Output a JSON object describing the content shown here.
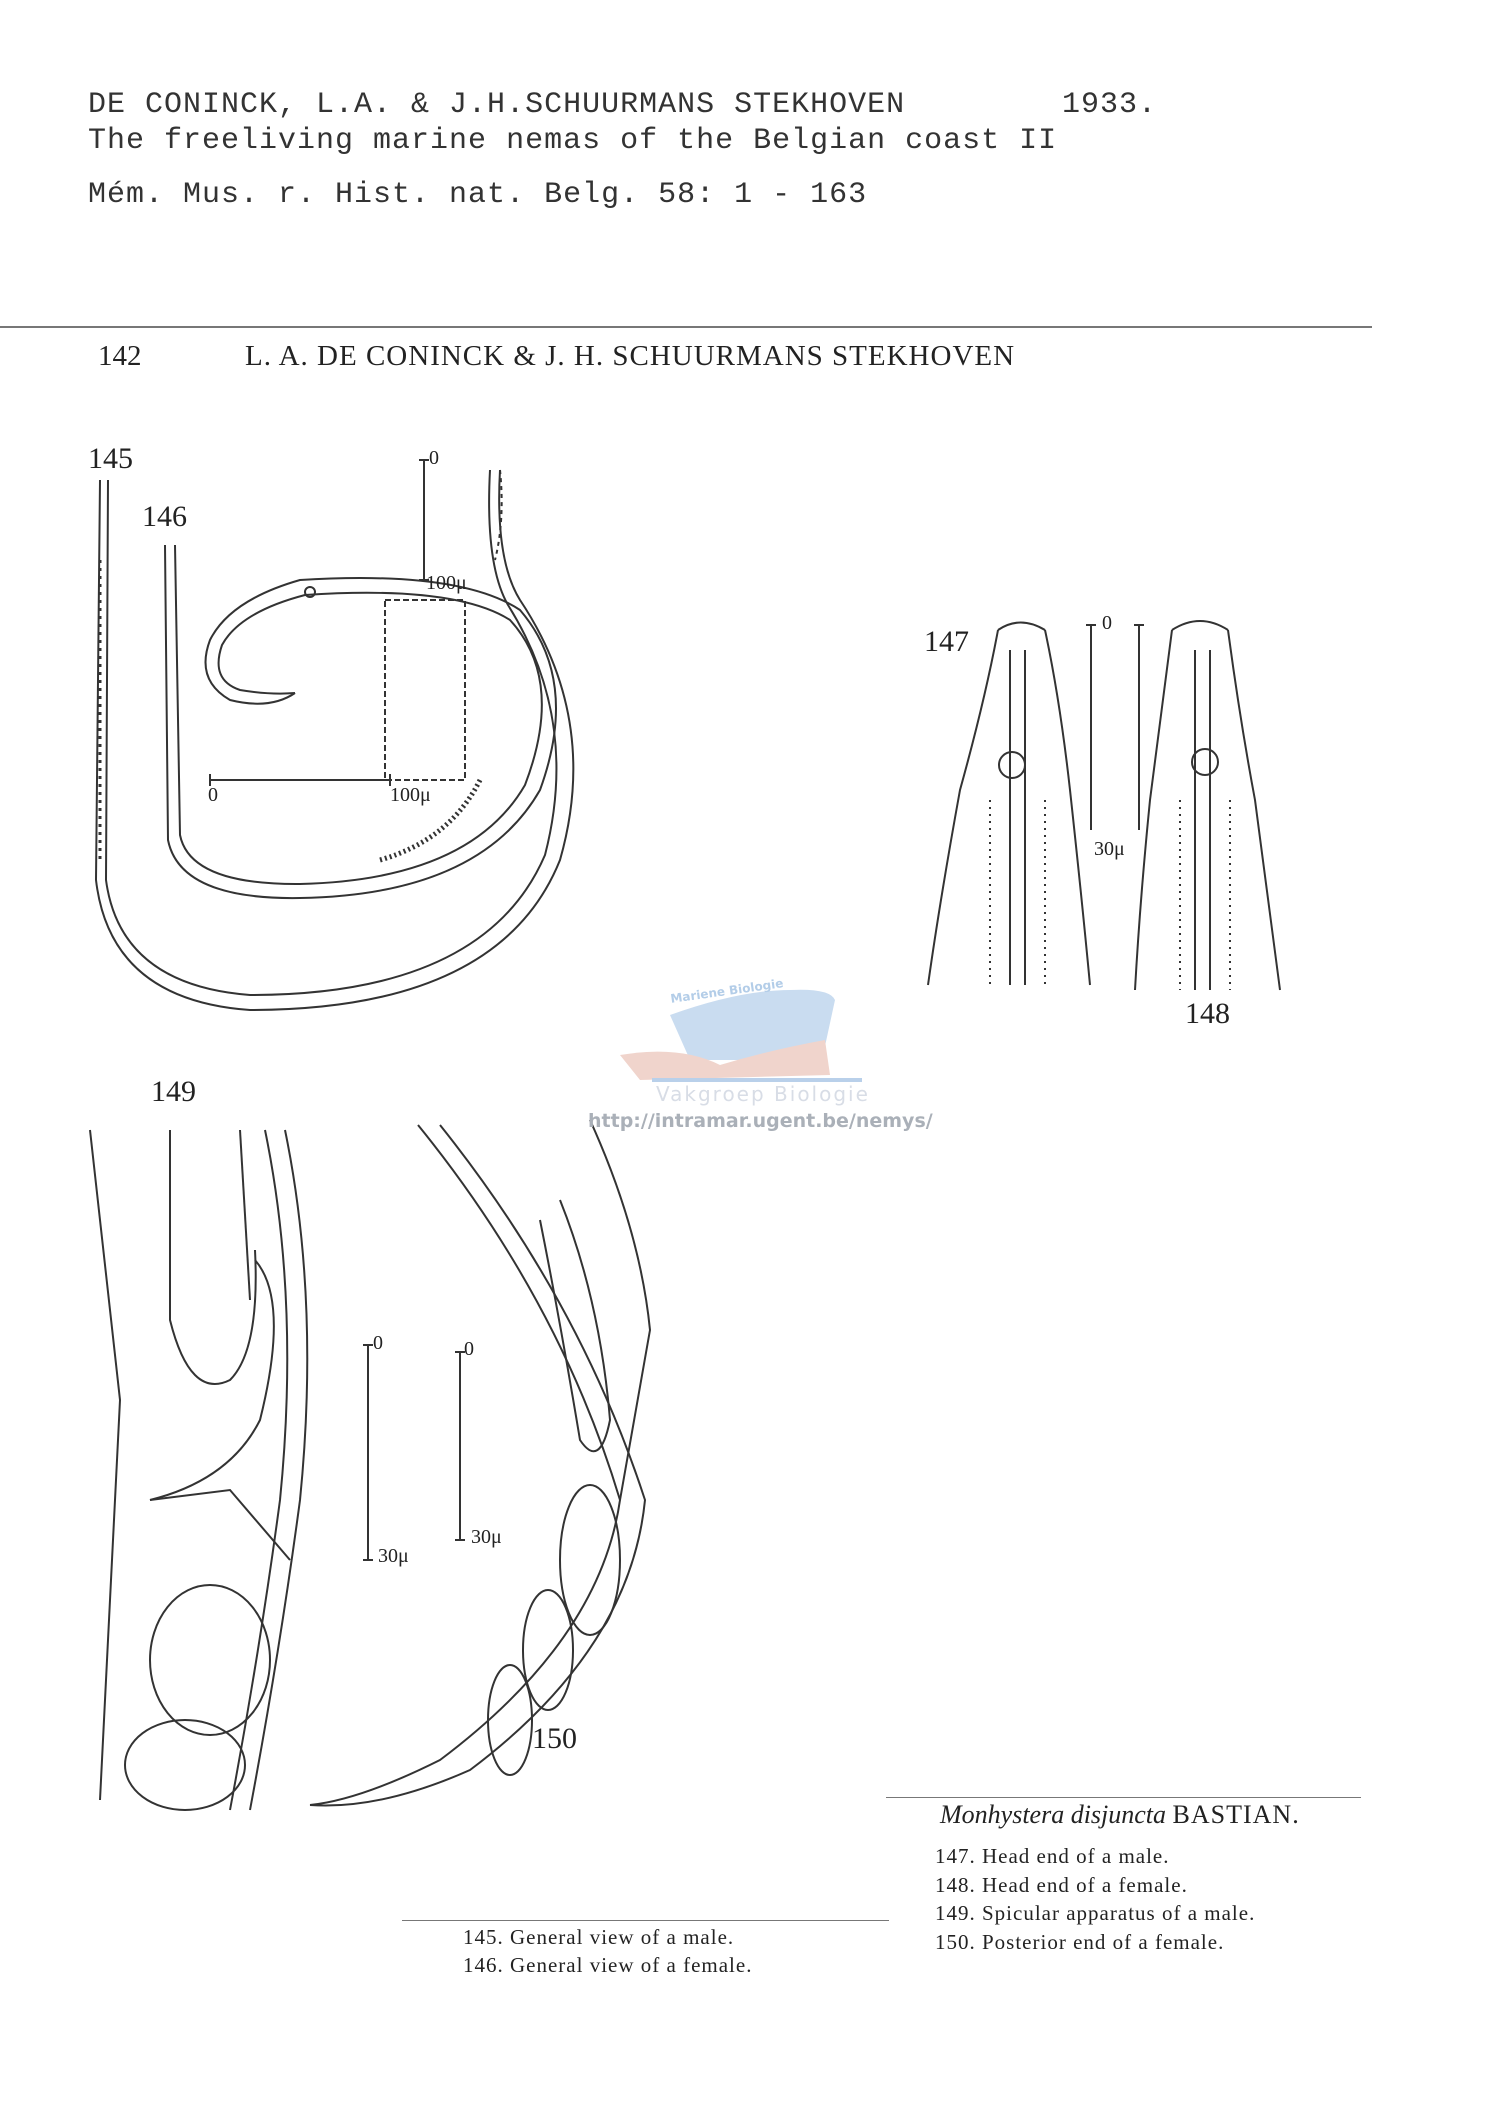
{
  "citation": {
    "authors": "DE CONINCK, L.A. & J.H.SCHUURMANS STEKHOVEN",
    "year": "1933.",
    "title": "The freeliving marine nemas of the Belgian coast II",
    "journal": "Mém. Mus. r. Hist. nat. Belg. 58: 1 - 163"
  },
  "running_head": {
    "page_number": "142",
    "authors": "L. A. DE CONINCK & J. H. SCHUURMANS STEKHOVEN"
  },
  "figures": {
    "f145": "145",
    "f146": "146",
    "f147": "147",
    "f148": "148",
    "f149": "149",
    "f150": "150"
  },
  "scales": {
    "s1_zero": "0",
    "s1_value": "100μ",
    "s2_zero": "0",
    "s2_value": "100μ",
    "s3_zero": "0",
    "s3_value": "30μ",
    "s4_zero": "0",
    "s4_value": "30μ",
    "s5_zero": "0",
    "s5_value": "30μ"
  },
  "watermark": {
    "arc_text": "Mariene Biologie",
    "group": "Vakgroep Biologie",
    "url": "http://intramar.ugent.be/nemys/"
  },
  "species": {
    "name": "Monhystera disjuncta",
    "author": "BASTIAN."
  },
  "captions_right": [
    "147. Head end of a male.",
    "148. Head end of a female.",
    "149. Spicular apparatus of a male.",
    "150. Posterior end of a female."
  ],
  "captions_left": [
    "145. General view of a male.",
    "146. General view of a female."
  ]
}
